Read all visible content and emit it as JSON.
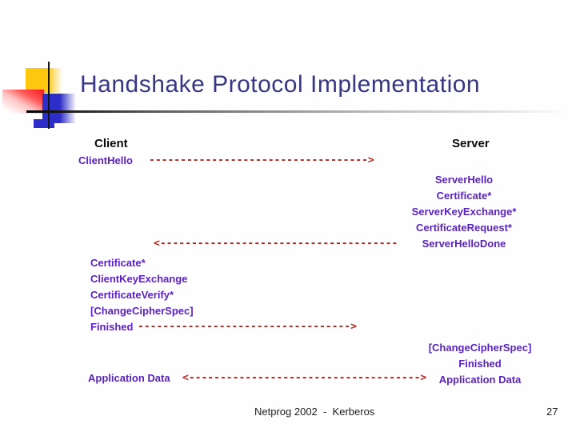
{
  "slide": {
    "title": "Handshake Protocol Implementation",
    "colors": {
      "title_text": "#373782",
      "message_text": "#5a23be",
      "arrow_red": "#b22822",
      "header_text": "#0a0a0a",
      "decor_yellow": "#fdc70e",
      "decor_red": "#ee1a1a",
      "decor_blue": "#2d2dc9"
    },
    "diagram": {
      "client_header": "Client",
      "server_header": "Server",
      "client_hello": "ClientHello",
      "arrow_client_hello": "----------------------------------->",
      "server_flight1": [
        "ServerHello",
        "Certificate*",
        "ServerKeyExchange*",
        "CertificateRequest*",
        "ServerHelloDone"
      ],
      "arrow_server_flight1": "<--------------------------------------",
      "client_flight": [
        "Certificate*",
        "ClientKeyExchange",
        "CertificateVerify*",
        "[ChangeCipherSpec]",
        "Finished"
      ],
      "arrow_finished": "---------------------------------->",
      "server_flight2": [
        "[ChangeCipherSpec]",
        "Finished",
        "Application Data"
      ],
      "application_data_left": "Application Data",
      "arrow_application_data": "<------------------------------------->"
    },
    "footer": {
      "caption": "Netprog 2002  -  Kerberos",
      "page_number": "27"
    }
  }
}
